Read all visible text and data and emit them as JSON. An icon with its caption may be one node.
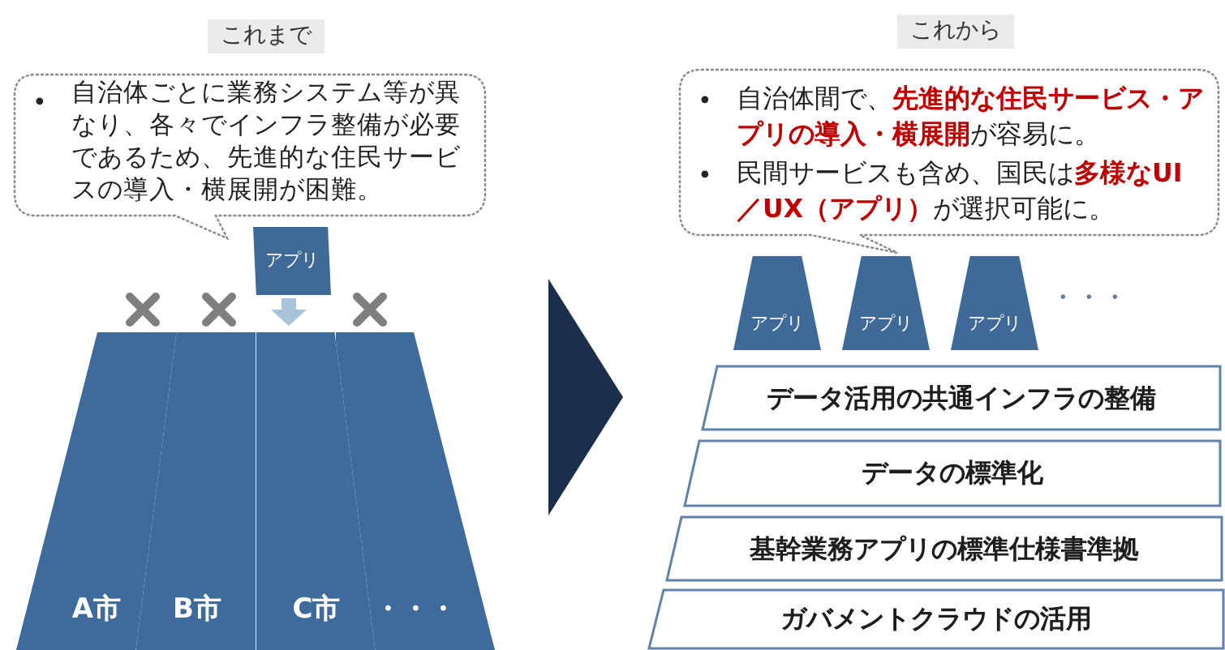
{
  "diagram": {
    "nodes": [
      {
        "text": [
          "自治体ごとに業務システム等が異なり、各々でインフラ整備が必要であるため、先進的な住民サービスの導入・横展開が困難。"
        ]
      },
      {
        "text": [
          "アプリ"
        ]
      },
      {
        "text": [
          "A市"
        ]
      },
      {
        "text": [
          "B市"
        ]
      },
      {
        "text": [
          "C市"
        ]
      },
      {
        "text": [
          "・・・"
        ]
      },
      {
        "text": [
          "自治体間で、**先進的な住民サービス・アプリの導入・横展開**が容易に。",
          "民間サービスも含め、国民は**多様なUI／UX（アプリ）**が選択可能に。"
        ]
      },
      {
        "text": [
          "アプリ"
        ]
      },
      {
        "text": [
          "アプリ"
        ]
      },
      {
        "text": [
          "アプリ"
        ]
      },
      {
        "text": [
          "データ活用の共通インフラの整備"
        ]
      },
      {
        "text": [
          "データの標準化"
        ]
      },
      {
        "text": [
          "基幹業務アプリの標準仕様書準拠"
        ]
      },
      {
        "text": [
          "ガバメントクラウドの活用"
        ]
      }
    ],
    "edges": [
      {
        "from": 1,
        "to": 4,
        "arrow": "to",
        "color": "#a9c3da"
      },
      {
        "from": 5,
        "to": 12,
        "arrow": "to",
        "color": "#1b2f4d"
      }
    ],
    "labels": [
      "これまで",
      "•",
      "これから",
      "•",
      "•",
      "・・・"
    ]
  }
}
